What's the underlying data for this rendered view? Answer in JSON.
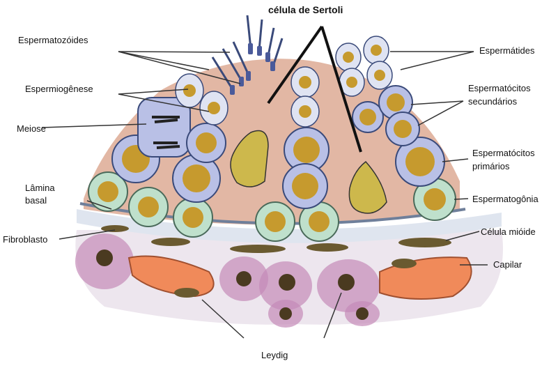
{
  "diagram": {
    "title": "célula de Sertoli",
    "labels": {
      "espermatozoides": "Espermatozóides",
      "espermiogenese": "Espermiogênese",
      "meiose": "Meiose",
      "lamina_l1": "Lâmina",
      "lamina_l2": "basal",
      "fibroblasto": "Fibroblasto",
      "espermatides": "Espermátides",
      "secundarios_l1": "Espermatócitos",
      "secundarios_l2": "secundários",
      "primarios_l1": "Espermatócitos",
      "primarios_l2": "primários",
      "espermatogonia": "Espermatogônia",
      "mioide": "Célula mióide",
      "capilar": "Capilar",
      "leydig": "Leydig"
    },
    "colors": {
      "sertoli_cytoplasm": "#e2b7a4",
      "sertoli_nucleus": "#cdb84c",
      "spermatocyte_nucleus": "#c69a2e",
      "cell_membrane_blue": "#b9c0e6",
      "spermatogonia_green": "#bfe0cc",
      "capillary": "#f08a5a",
      "leydig_purple": "#c48ab8",
      "basal_lamina": "#6f7f9a",
      "leader_line": "#333333"
    }
  }
}
